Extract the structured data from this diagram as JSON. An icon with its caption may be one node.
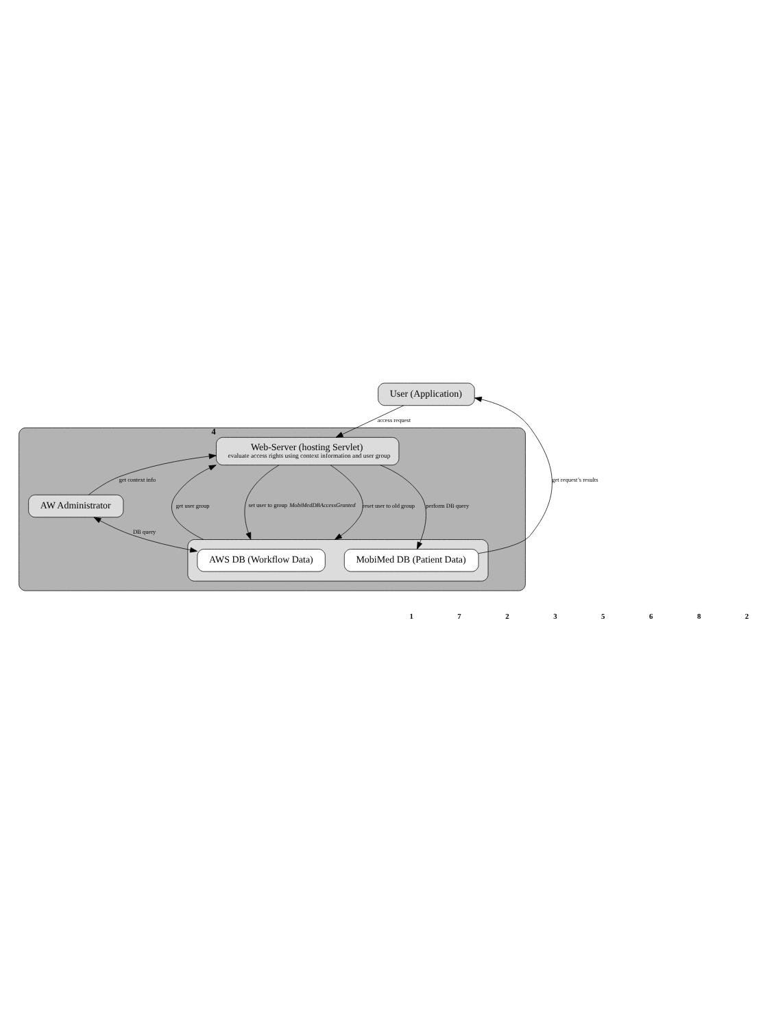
{
  "diagram": {
    "nodes": [
      {
        "text": [
          "User (Application)"
        ]
      },
      {
        "text": [],
        "shape": "box"
      },
      {
        "text": [
          "Web-Server (hosting Servlet)",
          "evaluate access rights using context information and user group"
        ],
        "beside": [
          "4"
        ],
        "in": 1
      },
      {
        "text": [
          "AW Administrator"
        ],
        "in": 1
      },
      {
        "text": [],
        "shape": "box",
        "in": 1
      },
      {
        "text": [
          "AWS DB (Workflow Data)"
        ],
        "in": 4
      },
      {
        "text": [
          "MobiMed DB (Patient Data)"
        ],
        "in": 4
      }
    ],
    "edges": [
      {
        "from": 0,
        "to": 2,
        "arrow": "to",
        "label": "access request"
      },
      {
        "from": 3,
        "to": 2,
        "arrow": "to",
        "label": "get context info"
      },
      {
        "from": 3,
        "to": 5,
        "arrow": "both",
        "label": "DB query"
      },
      {
        "from": 4,
        "to": 2,
        "arrow": "to",
        "label": "get user group"
      },
      {
        "from": 2,
        "to": 4,
        "arrow": "to",
        "label": "set user to group *MobiMedDBAccessGranted*"
      },
      {
        "from": 2,
        "to": 6,
        "arrow": "to",
        "label": "perform DB query"
      },
      {
        "from": 2,
        "to": 4,
        "arrow": "to",
        "label": "reset user to old group"
      },
      {
        "from": 6,
        "to": 0,
        "arrow": "to",
        "label": "get request’s results"
      }
    ],
    "labels": [
      "1",
      "7",
      "2",
      "3",
      "5",
      "6",
      "8",
      "2"
    ]
  }
}
